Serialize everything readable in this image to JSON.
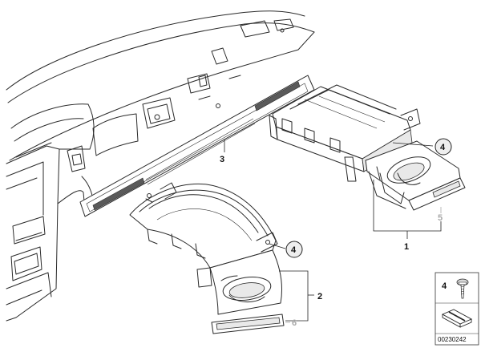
{
  "callouts": {
    "part_1": "1",
    "part_2": "2",
    "part_3": "3",
    "part_4a": "4",
    "part_4b": "4",
    "part_5": "5",
    "part_6": "6"
  },
  "legend": {
    "qty": "4",
    "doc_number": "00230242"
  },
  "colors": {
    "line": "#2a2a2a",
    "secondary_label": "#a8a8a8"
  }
}
